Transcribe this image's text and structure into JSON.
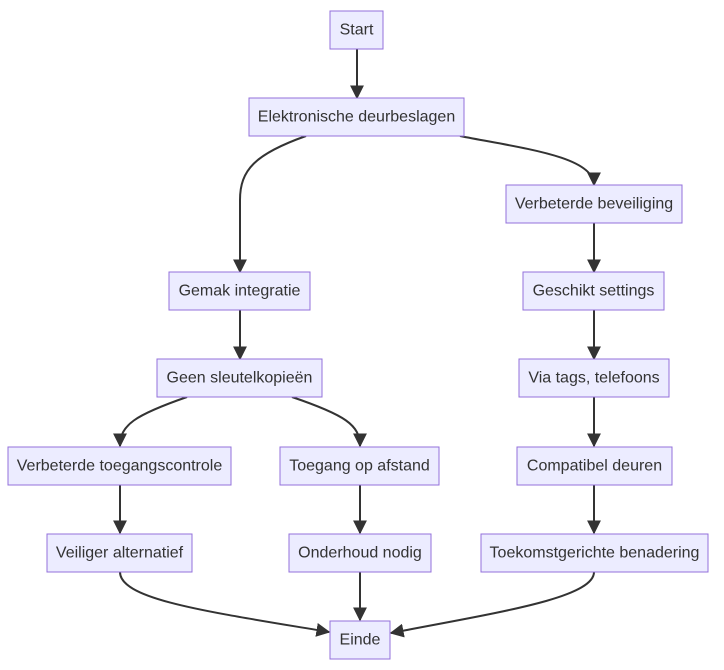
{
  "nodes": {
    "start": "Start",
    "doorlocks": "Elektronische deurbeslagen",
    "security": "Verbeterde beveiliging",
    "integration": "Gemak integratie",
    "settings": "Geschikt settings",
    "nokeys": "Geen sleutelkopieën",
    "tags": "Via tags, telefoons",
    "access_control": "Verbeterde toegangscontrole",
    "remote": "Toegang op afstand",
    "compatible": "Compatibel deuren",
    "safer": "Veiliger alternatief",
    "maintenance": "Onderhoud nodig",
    "future": "Toekomstgerichte benadering",
    "end": "Einde"
  },
  "edges": [
    [
      "start",
      "doorlocks"
    ],
    [
      "doorlocks",
      "integration"
    ],
    [
      "doorlocks",
      "security"
    ],
    [
      "security",
      "settings"
    ],
    [
      "integration",
      "nokeys"
    ],
    [
      "settings",
      "tags"
    ],
    [
      "nokeys",
      "access_control"
    ],
    [
      "nokeys",
      "remote"
    ],
    [
      "tags",
      "compatible"
    ],
    [
      "access_control",
      "safer"
    ],
    [
      "remote",
      "maintenance"
    ],
    [
      "compatible",
      "future"
    ],
    [
      "safer",
      "end"
    ],
    [
      "maintenance",
      "end"
    ],
    [
      "future",
      "end"
    ]
  ]
}
